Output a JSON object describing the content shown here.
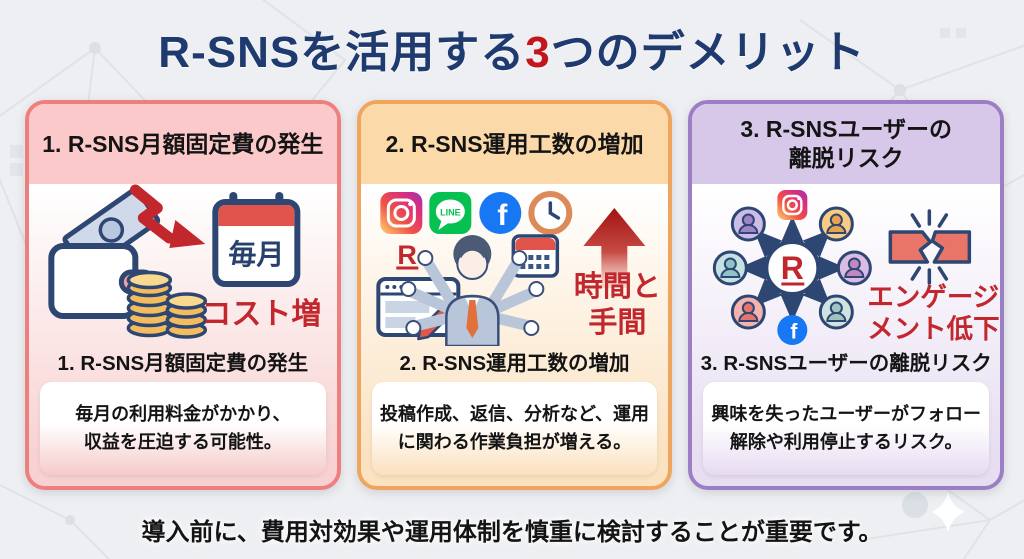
{
  "title": {
    "pre": "R-SNSを活用する",
    "highlight": "3",
    "post": "つのデメリット"
  },
  "footer": "導入前に、費用対効果や運用体制を慎重に検討することが重要です。",
  "glyphs": {
    "facebook_f": "f",
    "line_label": "LINE",
    "rakuten_r": "R"
  },
  "colors": {
    "title_navy": "#1e3a6e",
    "accent_red": "#c1272d",
    "icon_outline_navy": "#2e4672",
    "facebook_blue": "#1877f2",
    "line_green": "#06c151",
    "card1_border": "#ee7f7f",
    "card1_header_bg": "#fbc9c9",
    "card2_border": "#efa55e",
    "card2_header_bg": "#fbd9a8",
    "card3_border": "#9b7ec3",
    "card3_header_bg": "#d7c7e9"
  },
  "cards": [
    {
      "header_lines": [
        "1. R-SNS月額固定費の発生"
      ],
      "caption": "1. R-SNS月額固定費の発生",
      "calendar_label": "毎月",
      "highlight_lines": [
        "コスト増"
      ],
      "description_lines": [
        "毎月の利用料金がかかり、",
        "収益を圧迫する可能性。"
      ],
      "icons": [
        "wallet-icon",
        "banknote-icon",
        "coin-stack-icon",
        "down-arrow-icon",
        "calendar-icon"
      ]
    },
    {
      "header_lines": [
        "2. R-SNS運用工数の増加"
      ],
      "caption": "2. R-SNS運用工数の増加",
      "highlight_lines": [
        "時間と",
        "手間"
      ],
      "description_lines": [
        "投稿作成、返信、分析など、運用",
        "に関わる作業負担が増える。"
      ],
      "icons": [
        "instagram-icon",
        "line-icon",
        "facebook-icon",
        "clock-icon",
        "rakuten-r-icon",
        "browser-edit-icon",
        "calendar-icon",
        "busy-person-icon",
        "up-arrow-icon"
      ]
    },
    {
      "header_lines": [
        "3. R-SNSユーザーの",
        "離脱リスク"
      ],
      "caption": "3. R-SNSユーザーの離脱リスク",
      "highlight_lines": [
        "エンゲージ",
        "メント低下"
      ],
      "description_lines": [
        "興味を失ったユーザーがフォロー",
        "解除や利用停止するリスク。"
      ],
      "icons": [
        "rakuten-network-icon",
        "user-avatar-icon",
        "instagram-icon",
        "facebook-icon",
        "broken-link-icon"
      ]
    }
  ]
}
